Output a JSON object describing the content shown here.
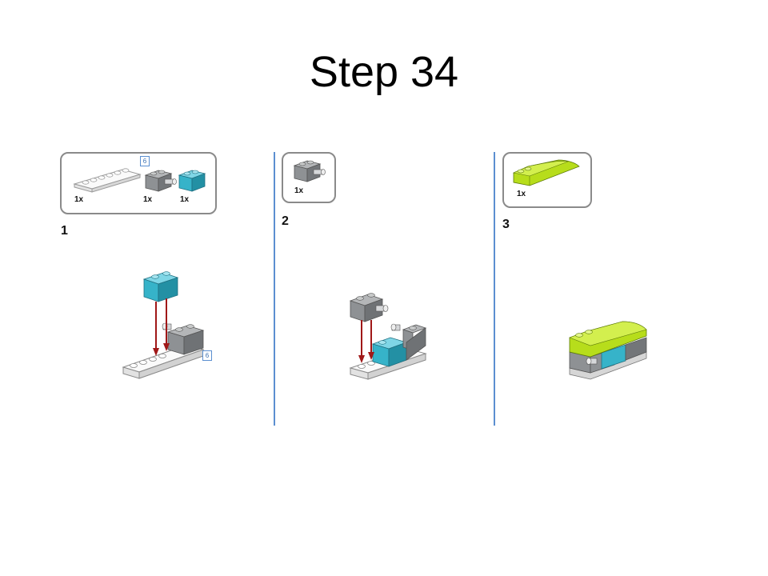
{
  "title": "Step 34",
  "colors": {
    "divider": "#5b8fd0",
    "gray_brick": "#8e9194",
    "azure_brick": "#36b3c9",
    "lime_slope": "#b7dd1b",
    "white_plate": "#f2f2f2",
    "arrow": "#a01818"
  },
  "panels": [
    {
      "step": "1",
      "parts": [
        {
          "icon": "white-plate-1x6-icon",
          "qty": "1x",
          "ref": "6"
        },
        {
          "icon": "gray-brick-with-pin-icon",
          "qty": "1x"
        },
        {
          "icon": "azure-brick-1x2-icon",
          "qty": "1x"
        }
      ],
      "assembly_ref": "6"
    },
    {
      "step": "2",
      "parts": [
        {
          "icon": "gray-brick-with-pin-icon",
          "qty": "1x"
        }
      ]
    },
    {
      "step": "3",
      "parts": [
        {
          "icon": "lime-curved-slope-icon",
          "qty": "1x"
        }
      ]
    }
  ]
}
